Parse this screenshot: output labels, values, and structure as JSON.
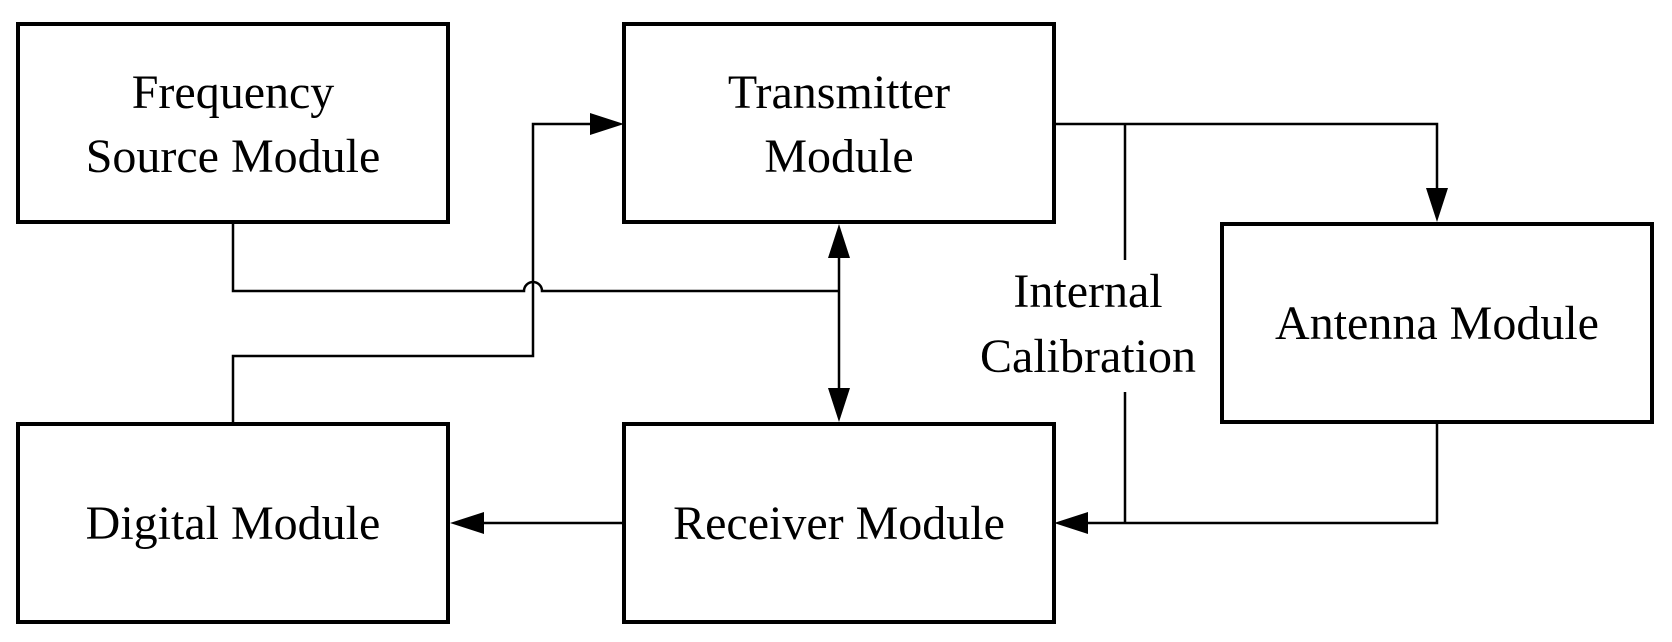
{
  "blocks": {
    "frequency_source": {
      "line1": "Frequency",
      "line2": "Source Module"
    },
    "transmitter": {
      "line1": "Transmitter",
      "line2": "Module"
    },
    "antenna": {
      "label": "Antenna Module"
    },
    "digital": {
      "label": "Digital Module"
    },
    "receiver": {
      "label": "Receiver Module"
    }
  },
  "annotations": {
    "internal_calibration": {
      "line1": "Internal",
      "line2": "Calibration"
    }
  }
}
